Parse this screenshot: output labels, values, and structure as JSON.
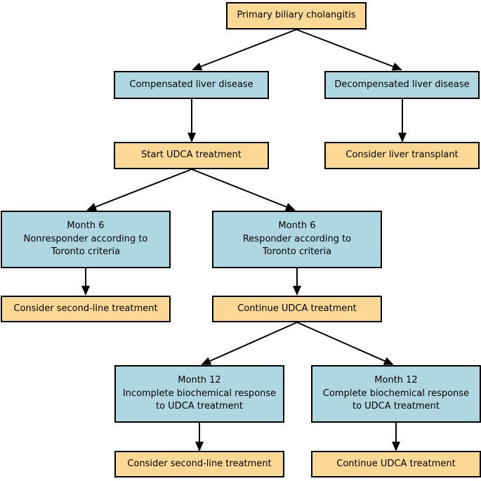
{
  "figure": {
    "type": "flowchart",
    "topic": "Primary biliary cholangitis treatment algorithm"
  },
  "colors": {
    "background": "#ffffff",
    "action_fill": "#fbd893",
    "state_fill": "#aed7e2",
    "node_border": "#000000",
    "arrow": "#000000",
    "text": "#000000"
  },
  "nodes": [
    {
      "id": "pbc",
      "label": "Primary biliary cholangitis",
      "fill": "action"
    },
    {
      "id": "compensated",
      "label": "Compensated liver disease",
      "fill": "state"
    },
    {
      "id": "decompensated",
      "label": "Decompensated liver disease",
      "fill": "state"
    },
    {
      "id": "start_udca",
      "label": "Start UDCA treatment",
      "fill": "action"
    },
    {
      "id": "consider_transplant",
      "label": "Consider liver transplant",
      "fill": "action"
    },
    {
      "id": "month6_nonresponder",
      "label": "Month 6\nNonresponder according to\nToronto criteria",
      "fill": "state"
    },
    {
      "id": "month6_responder",
      "label": "Month 6\nResponder according to\nToronto criteria",
      "fill": "state"
    },
    {
      "id": "consider_second_line_1",
      "label": "Consider second-line treatment",
      "fill": "action"
    },
    {
      "id": "continue_udca_1",
      "label": "Continue UDCA treatment",
      "fill": "action"
    },
    {
      "id": "month12_incomplete",
      "label": "Month 12\nIncomplete biochemical response\nto UDCA treatment",
      "fill": "state"
    },
    {
      "id": "month12_complete",
      "label": "Month 12\nComplete biochemical response\nto UDCA treatment",
      "fill": "state"
    },
    {
      "id": "consider_second_line_2",
      "label": "Consider second-line treatment",
      "fill": "action"
    },
    {
      "id": "continue_udca_2",
      "label": "Continue UDCA treatment",
      "fill": "action"
    }
  ],
  "edges": [
    {
      "from": "pbc",
      "to": "compensated"
    },
    {
      "from": "pbc",
      "to": "decompensated"
    },
    {
      "from": "compensated",
      "to": "start_udca"
    },
    {
      "from": "decompensated",
      "to": "consider_transplant"
    },
    {
      "from": "start_udca",
      "to": "month6_nonresponder"
    },
    {
      "from": "start_udca",
      "to": "month6_responder"
    },
    {
      "from": "month6_nonresponder",
      "to": "consider_second_line_1"
    },
    {
      "from": "month6_responder",
      "to": "continue_udca_1"
    },
    {
      "from": "continue_udca_1",
      "to": "month12_incomplete"
    },
    {
      "from": "continue_udca_1",
      "to": "month12_complete"
    },
    {
      "from": "month12_incomplete",
      "to": "consider_second_line_2"
    },
    {
      "from": "month12_complete",
      "to": "continue_udca_2"
    }
  ]
}
